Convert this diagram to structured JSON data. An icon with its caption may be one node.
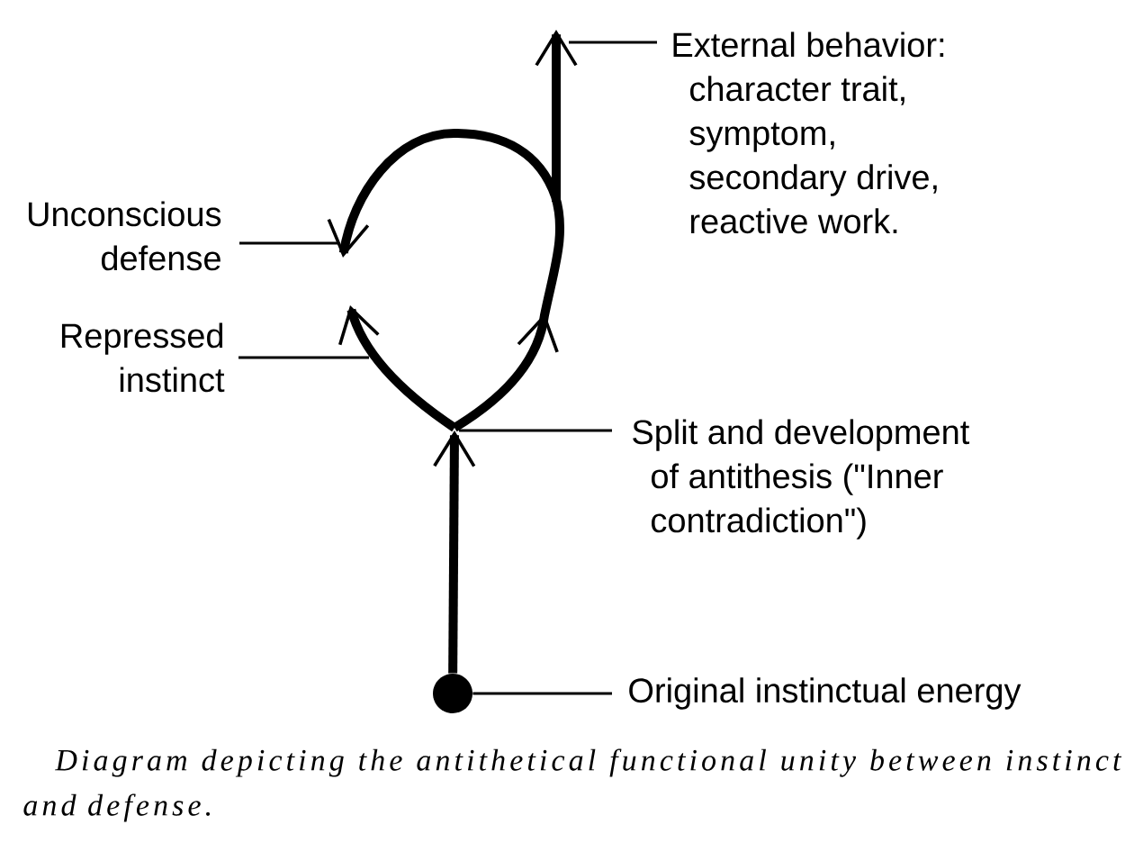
{
  "diagram": {
    "nodes": [
      {
        "text": [
          "External behavior:",
          "character trait, symptom, secondary drive, reactive work."
        ]
      },
      {
        "text": [
          "Unconscious defense"
        ]
      },
      {
        "text": [
          "Repressed instinct"
        ]
      },
      {
        "text": [
          "Split and development of antithesis (\"Inner contradiction\")"
        ]
      },
      {
        "text": [
          "Original instinctual energy"
        ]
      },
      {
        "text": [],
        "shape": "circle"
      }
    ],
    "edges": [
      {
        "from": 0,
        "to": null,
        "arrow": "none"
      },
      {
        "from": 1,
        "to": null,
        "arrow": "none"
      },
      {
        "from": 2,
        "to": null,
        "arrow": "none"
      },
      {
        "from": 3,
        "to": null,
        "arrow": "none"
      },
      {
        "from": 4,
        "to": 5,
        "arrow": "none"
      },
      {
        "from": 5,
        "to": null,
        "arrow": "to",
        "style": "thick"
      }
    ],
    "caption": "Diagram depicting the antithetical functional unity between instinct and defense."
  }
}
